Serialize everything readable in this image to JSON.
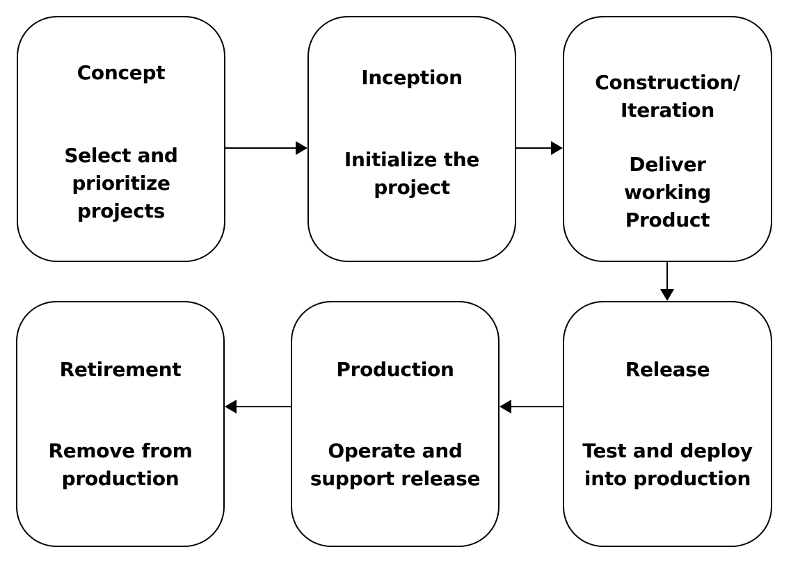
{
  "stages": {
    "concept": {
      "title": "Concept",
      "description": "Select and\nprioritize\nprojects"
    },
    "inception": {
      "title": "Inception",
      "description": "Initialize the\nproject"
    },
    "construction": {
      "title": "Construction/\nIteration",
      "description": "Deliver\nworking\nProduct"
    },
    "release": {
      "title": "Release",
      "description": "Test and deploy\ninto production"
    },
    "production": {
      "title": "Production",
      "description": "Operate and\nsupport release"
    },
    "retirement": {
      "title": "Retirement",
      "description": "Remove from\nproduction"
    }
  },
  "flow": [
    [
      "concept",
      "inception"
    ],
    [
      "inception",
      "construction"
    ],
    [
      "construction",
      "release"
    ],
    [
      "release",
      "production"
    ],
    [
      "production",
      "retirement"
    ]
  ],
  "colors": {
    "stroke": "#000000",
    "background": "#ffffff"
  }
}
